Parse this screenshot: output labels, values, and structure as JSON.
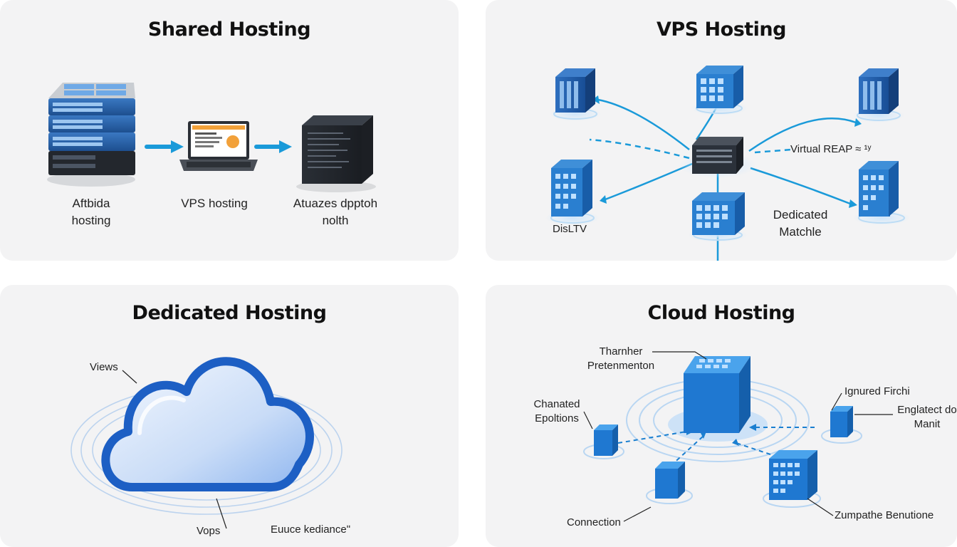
{
  "panels": {
    "shared": {
      "title": "Shared Hosting",
      "labels": {
        "servers_line1": "Aftbida",
        "servers_line2": "hosting",
        "laptop": "VPS hosting",
        "box_line1": "Atuazes dpptoh",
        "box_line2": "nolth"
      }
    },
    "vps": {
      "title": "VPS Hosting",
      "labels": {
        "virtual": "Virtual REAP ≈ ¹ʸ",
        "dedicated_line1": "Dedicated",
        "dedicated_line2": "Matchle",
        "disk": "DisLTV"
      }
    },
    "dedicated": {
      "title": "Dedicated Hosting",
      "labels": {
        "views": "Views",
        "vops": "Vops",
        "euuce": "Euuce kedianceʺ"
      }
    },
    "cloud": {
      "title": "Cloud Hosting",
      "labels": {
        "top_line1": "Tharnher",
        "top_line2": "Pretenmenton",
        "left_line1": "Chanated",
        "left_line2": "Epoltions",
        "right_top": "Ignured Firchi",
        "right_mid_line1": "Englatect do",
        "right_mid_line2": "Manit",
        "connection": "Connection",
        "bottom_right": "Zumpathe Benutione"
      }
    }
  },
  "colors": {
    "panel_bg": "#f3f3f4",
    "accent_blue": "#1a9ad9",
    "server_blue": "#1f5fa8",
    "dark_server": "#2b313a",
    "laptop_orange": "#f2a13a"
  }
}
